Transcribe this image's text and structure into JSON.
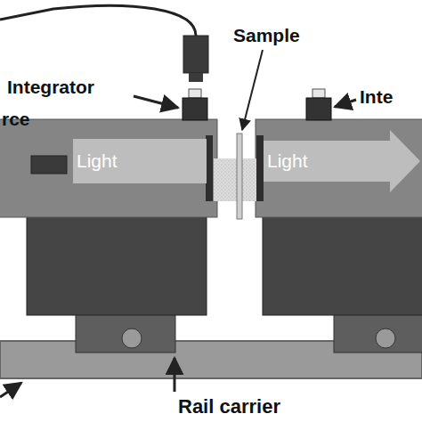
{
  "diagram": {
    "nodes": [
      {
        "text": [
          "Light"
        ]
      },
      {
        "text": [
          "Light"
        ]
      }
    ],
    "labels": [
      "Integrator",
      "Sample",
      "Inte",
      "rce",
      "Rail carrier"
    ]
  }
}
